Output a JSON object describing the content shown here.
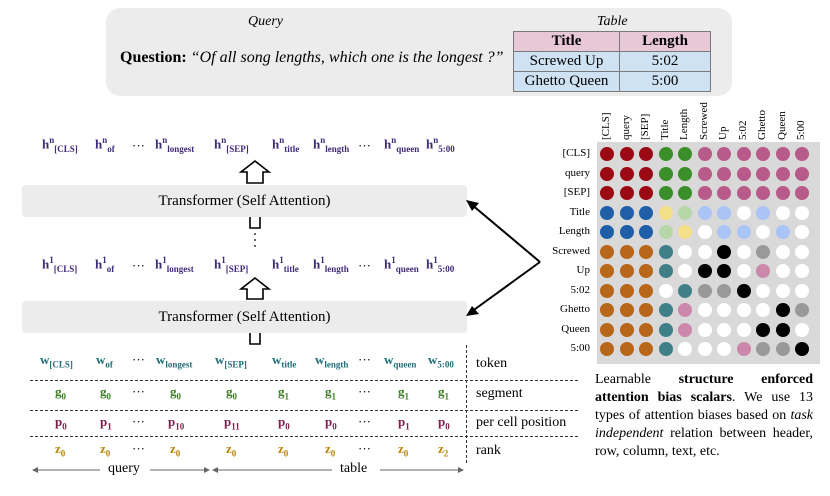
{
  "query": {
    "title": "Query",
    "question_label": "Question:",
    "question_text": "“Of all song lengths, which one is the longest ?”"
  },
  "table": {
    "title": "Table",
    "headers": [
      "Title",
      "Length"
    ],
    "rows": [
      [
        "Screwed Up",
        "5:02"
      ],
      [
        "Ghetto Queen",
        "5:00"
      ]
    ]
  },
  "transformer_label": "Transformer (Self Attention)",
  "hidden_top": {
    "sup": "n"
  },
  "hidden_mid": {
    "sup": "1"
  },
  "hidden_tokens": [
    "[CLS]",
    "of",
    "longest",
    "[SEP]",
    "title",
    "length",
    "queen",
    "5:00"
  ],
  "ellipsis": "···",
  "embeddings": {
    "token": {
      "label": "token",
      "letter": "w",
      "subs": [
        "[CLS]",
        "of",
        "longest",
        "[SEP]",
        "title",
        "length",
        "queen",
        "5:00"
      ]
    },
    "segment": {
      "label": "segment",
      "letter": "g",
      "subs": [
        "0",
        "0",
        "0",
        "0",
        "1",
        "1",
        "1",
        "1"
      ]
    },
    "position": {
      "label": "per cell position",
      "letter": "p",
      "subs": [
        "0",
        "1",
        "10",
        "11",
        "0",
        "0",
        "1",
        "0"
      ]
    },
    "rank": {
      "label": "rank",
      "letter": "z",
      "subs": [
        "0",
        "0",
        "0",
        "0",
        "0",
        "0",
        "0",
        "2"
      ]
    }
  },
  "bottom": {
    "query": "query",
    "table": "table"
  },
  "matrix": {
    "row_labels": [
      "[CLS]",
      "query",
      "[SEP]",
      "Title",
      "Length",
      "Screwed",
      "Up",
      "5:02",
      "Ghetto",
      "Queen",
      "5:00"
    ],
    "col_labels": [
      "[CLS]",
      "query",
      "[SEP]",
      "Title",
      "Length",
      "Screwed",
      "Up",
      "5:02",
      "Ghetto",
      "Queen",
      "5:00"
    ],
    "palette": {
      "R": "#9b0a14",
      "G": "#3a8f2a",
      "M": "#b85a8a",
      "B": "#1f5fa8",
      "Y": "#f5e08a",
      "L": "#b6d7a8",
      "S": "#a9c4f5",
      "W": "#ffffff",
      "O": "#b8661a",
      "T": "#3f8088",
      "K": "#000000",
      "A": "#999999",
      "P": "#cc88aa"
    },
    "cells": [
      "RRRGGMMMMMM",
      "RRRGGMMMMMM",
      "RRRGGMMMMMM",
      "BBBYLSSWSWW",
      "BBBLYWSSWSW",
      "OOOTWWKWAWW",
      "OOOTWKKWPWW",
      "OOOWTAAKWWW",
      "OOOTPWWWWKA",
      "OOOTPWWWKKW",
      "OOOTWWWPAAK"
    ]
  },
  "caption": {
    "p1": "Learnable ",
    "b1": "structure enforced attention bias scalars",
    "p2": ". We use 13 types of attention biases based on ",
    "i1": "task independent",
    "p3": " relation between header, row, column, text, etc."
  }
}
